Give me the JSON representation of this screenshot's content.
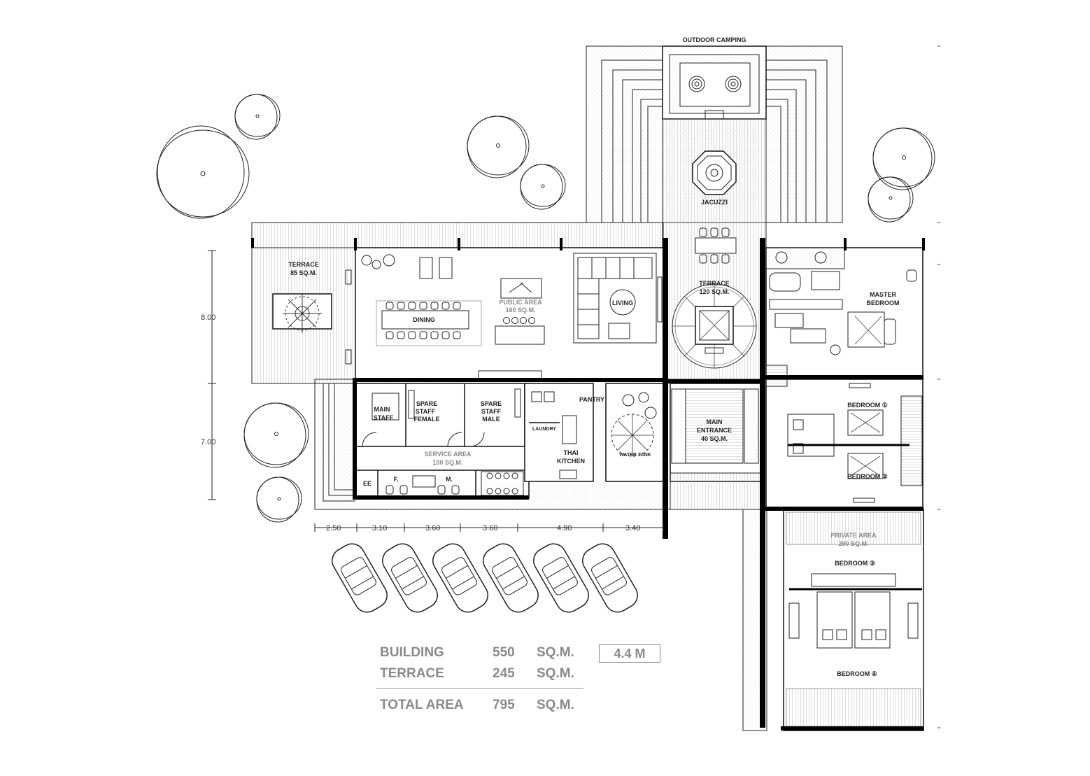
{
  "plan": {
    "labels": {
      "outdoor_camping": "OUTDOOR CAMPING",
      "jacuzzi": "JACUZZI",
      "terrace_left_1": "TERRACE",
      "terrace_left_2": "85 SQ.M.",
      "public_area_1": "PUBLIC AREA",
      "public_area_2": "160 SQ.M.",
      "dining": "DINING",
      "living": "LIVING",
      "terrace_center_1": "TERRACE",
      "terrace_center_2": "120 SQ.M.",
      "master_bedroom_1": "MASTER",
      "master_bedroom_2": "BEDROOM",
      "main_staff_1": "MAIN",
      "main_staff_2": "STAFF",
      "spare_female_1": "SPARE",
      "spare_female_2": "STAFF",
      "spare_female_3": "FEMALE",
      "spare_male_1": "SPARE",
      "spare_male_2": "STAFF",
      "spare_male_3": "MALE",
      "laundry": "LAUNDRY",
      "pantry": "PANTRY",
      "thai_kitchen_1": "THAI",
      "thai_kitchen_2": "KITCHEN",
      "water_tank": "WATER TANK",
      "service_area_1": "SERVICE AREA",
      "service_area_2": "100 SQ.M.",
      "ee": "EE",
      "wc_f": "F.",
      "wc_m": "M.",
      "main_entrance_1": "MAIN",
      "main_entrance_2": "ENTRANCE",
      "main_entrance_3": "40 SQ.M.",
      "bedroom_1": "BEDROOM ①",
      "bedroom_2": "BEDROOM ②",
      "private_area_1": "PRIVATE AREA",
      "private_area_2": "290 SQ.M.",
      "bedroom_3": "BEDROOM ③",
      "bedroom_4": "BEDROOM ④"
    },
    "vertical_dimensions": [
      "8.00",
      "7.00"
    ],
    "horizontal_dimensions": [
      "2.50",
      "3.10",
      "3.60",
      "3.60",
      "4.90",
      "3.40"
    ],
    "parking_spaces": 6
  },
  "summary": {
    "building_label": "BUILDING",
    "building_value": "550",
    "building_unit": "SQ.M.",
    "terrace_label": "TERRACE",
    "terrace_value": "245",
    "terrace_unit": "SQ.M.",
    "total_label": "TOTAL AREA",
    "total_value": "795",
    "total_unit": "SQ.M.",
    "height": "4.4  M"
  }
}
